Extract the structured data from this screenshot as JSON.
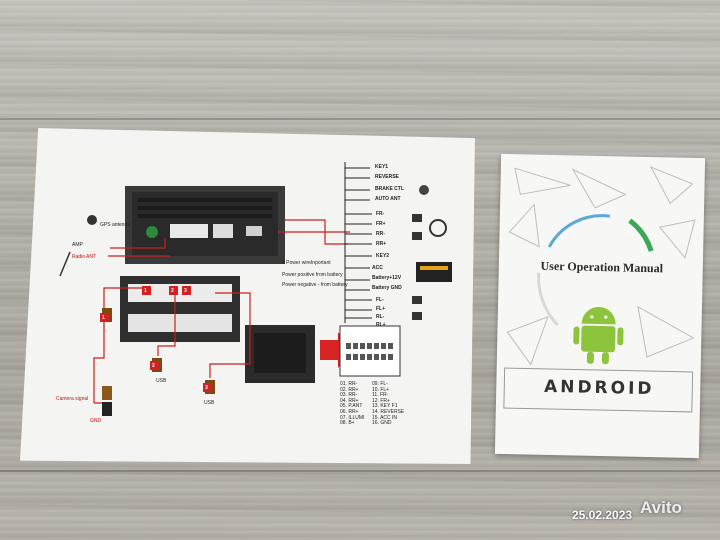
{
  "sheet": {
    "connector_labels": [
      "KEY1",
      "REVERSE",
      "BRAKE CTL",
      "AUTO ANT",
      "FR-",
      "FR+",
      "RR-",
      "RR+",
      "KEY2",
      "ACC",
      "Battery+12V",
      "Battery GND",
      "FL-",
      "FL+",
      "RL-",
      "RL+"
    ],
    "left_labels": [
      "GPS antenna",
      "AMP",
      "Radio ANT",
      "Camera signal",
      "GND",
      "USB",
      "USB"
    ],
    "notes": [
      "2 Power wireInportant",
      "Power positive from battery",
      "Power negative - from battery"
    ],
    "badges": [
      "1",
      "2",
      "3",
      "1",
      "2",
      "3"
    ],
    "pin_list_left": [
      "01. RR-",
      "02. RR+",
      "03. RR-",
      "04. RR+",
      "05. P.ANT",
      "06. RR+",
      "07. ILLUMI",
      "08. B+"
    ],
    "pin_list_right": [
      "09. FL-",
      "10. FL+",
      "11. FR-",
      "12. FR+",
      "13. KEY F1",
      "14. REVERSE",
      "15. ACC IN",
      "16. GND"
    ]
  },
  "booklet": {
    "title": "User Operation Manual",
    "brand": "ANDROID"
  },
  "overlay": {
    "timestamp": "25.02.2023",
    "watermark": "Avito"
  },
  "colors": {
    "wire_red": "#c81e1e",
    "android_green": "#8cc43c",
    "accent_blue": "#5aa9d6",
    "accent_green": "#3aa856"
  }
}
